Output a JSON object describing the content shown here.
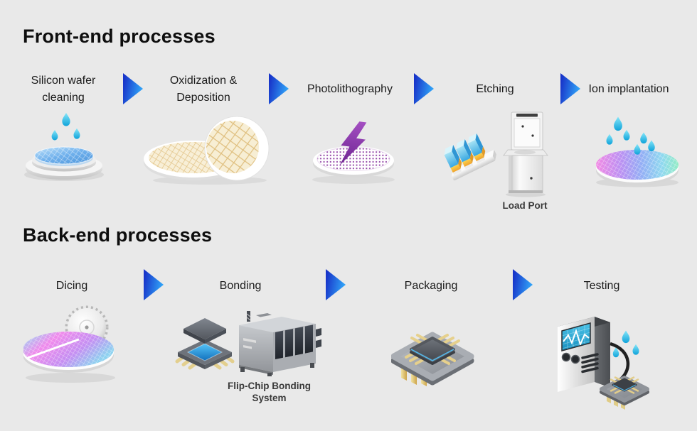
{
  "page": {
    "background": "#e9e9e9"
  },
  "palette": {
    "arrow_gradient_start": "#1834c9",
    "arrow_gradient_end": "#2f9ff6",
    "title_color": "#0e0e0e",
    "label_color": "#1b1b1b",
    "caption_color": "#3a3a3a",
    "wafer_blue": "#5ba2e6",
    "wafer_cream": "#f8efd7",
    "litho_purple": "#8d3aa2",
    "etch_cyan": "#38a8e2",
    "etch_yellow": "#f6c63e",
    "rainbow_pink": "#f28ae4",
    "droplet_cyan": "#12a5d8",
    "chip_gold": "#e6d293"
  },
  "front_end": {
    "title": "Front-end processes",
    "steps": [
      {
        "label": "Silicon wafer\ncleaning",
        "icon": "wafer-cleaning-illustration"
      },
      {
        "label": "Oxidization &\nDeposition",
        "icon": "oxidization-deposition-illustration"
      },
      {
        "label": "Photolithography",
        "icon": "photolithography-illustration"
      },
      {
        "label": "Etching",
        "icon": "etching-illustration",
        "caption": "Load Port"
      },
      {
        "label": "Ion implantation",
        "icon": "ion-implantation-illustration"
      }
    ]
  },
  "back_end": {
    "title": "Back-end processes",
    "steps": [
      {
        "label": "Dicing",
        "icon": "dicing-illustration"
      },
      {
        "label": "Bonding",
        "icon": "bonding-illustration",
        "caption": "Flip-Chip Bonding\nSystem"
      },
      {
        "label": "Packaging",
        "icon": "packaging-illustration"
      },
      {
        "label": "Testing",
        "icon": "testing-illustration"
      }
    ]
  }
}
